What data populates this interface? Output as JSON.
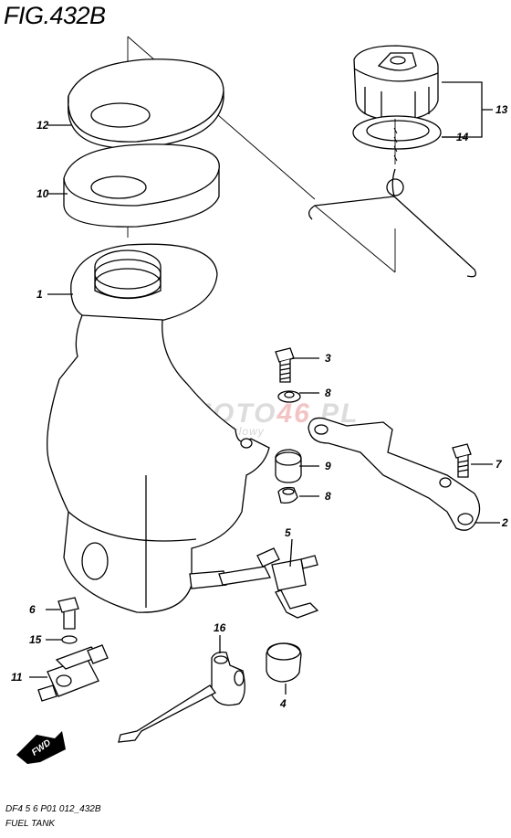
{
  "diagram": {
    "figure_title": "FIG.432B",
    "footer_code": "DF4 5 6 P01 012_432B",
    "footer_name": "FUEL TANK",
    "fwd_label": "FWD",
    "watermark": {
      "brand_a": "SKLEPMOTO",
      "brand_b": "46",
      "brand_c": ".PL",
      "tagline": "internetowy sklep motocyklowy"
    },
    "callouts": [
      "1",
      "2",
      "3",
      "4",
      "5",
      "6",
      "7",
      "8",
      "8",
      "9",
      "10",
      "11",
      "12",
      "13",
      "14",
      "15",
      "16"
    ],
    "accent_color": "#e04040"
  }
}
